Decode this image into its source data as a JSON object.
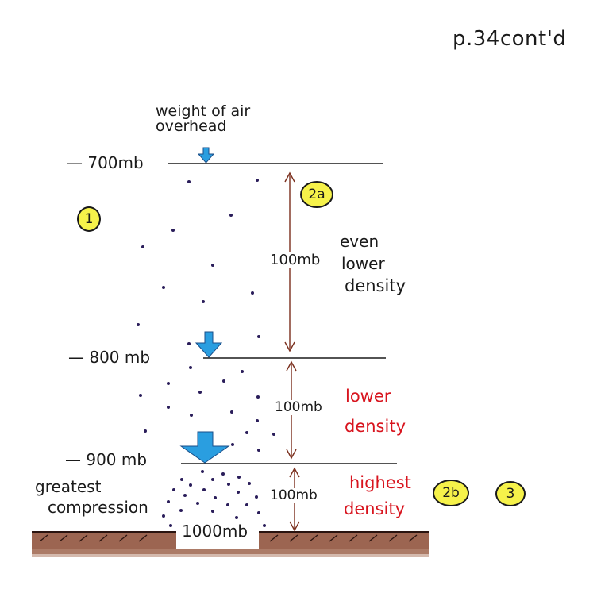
{
  "page_ref": "p.34cont'd",
  "top_label": [
    "weight of air",
    "overhead"
  ],
  "levels": [
    {
      "label": "— 700mb"
    },
    {
      "label": "— 800 mb"
    },
    {
      "label": "— 900 mb"
    },
    {
      "label": "1000mb"
    }
  ],
  "intervals": [
    {
      "label": "100mb"
    },
    {
      "label": "100mb"
    },
    {
      "label": "100mb"
    }
  ],
  "density_labels": {
    "top": [
      "even",
      "lower",
      "density"
    ],
    "middle": [
      "lower",
      "density"
    ],
    "bottom": [
      "highest",
      "density"
    ]
  },
  "left_note": [
    "greatest",
    "compression"
  ],
  "badges": [
    "1",
    "2a",
    "2b",
    "3"
  ],
  "colors": {
    "ink": "#1a1a1a",
    "red_text": "#d8141e",
    "arrow_blue": "#2a9ee0",
    "interval_arrow": "#7a2e1c",
    "badge_fill": "#f6f24a",
    "ground": "#8b4a33",
    "dots": "#2a1d5a"
  }
}
